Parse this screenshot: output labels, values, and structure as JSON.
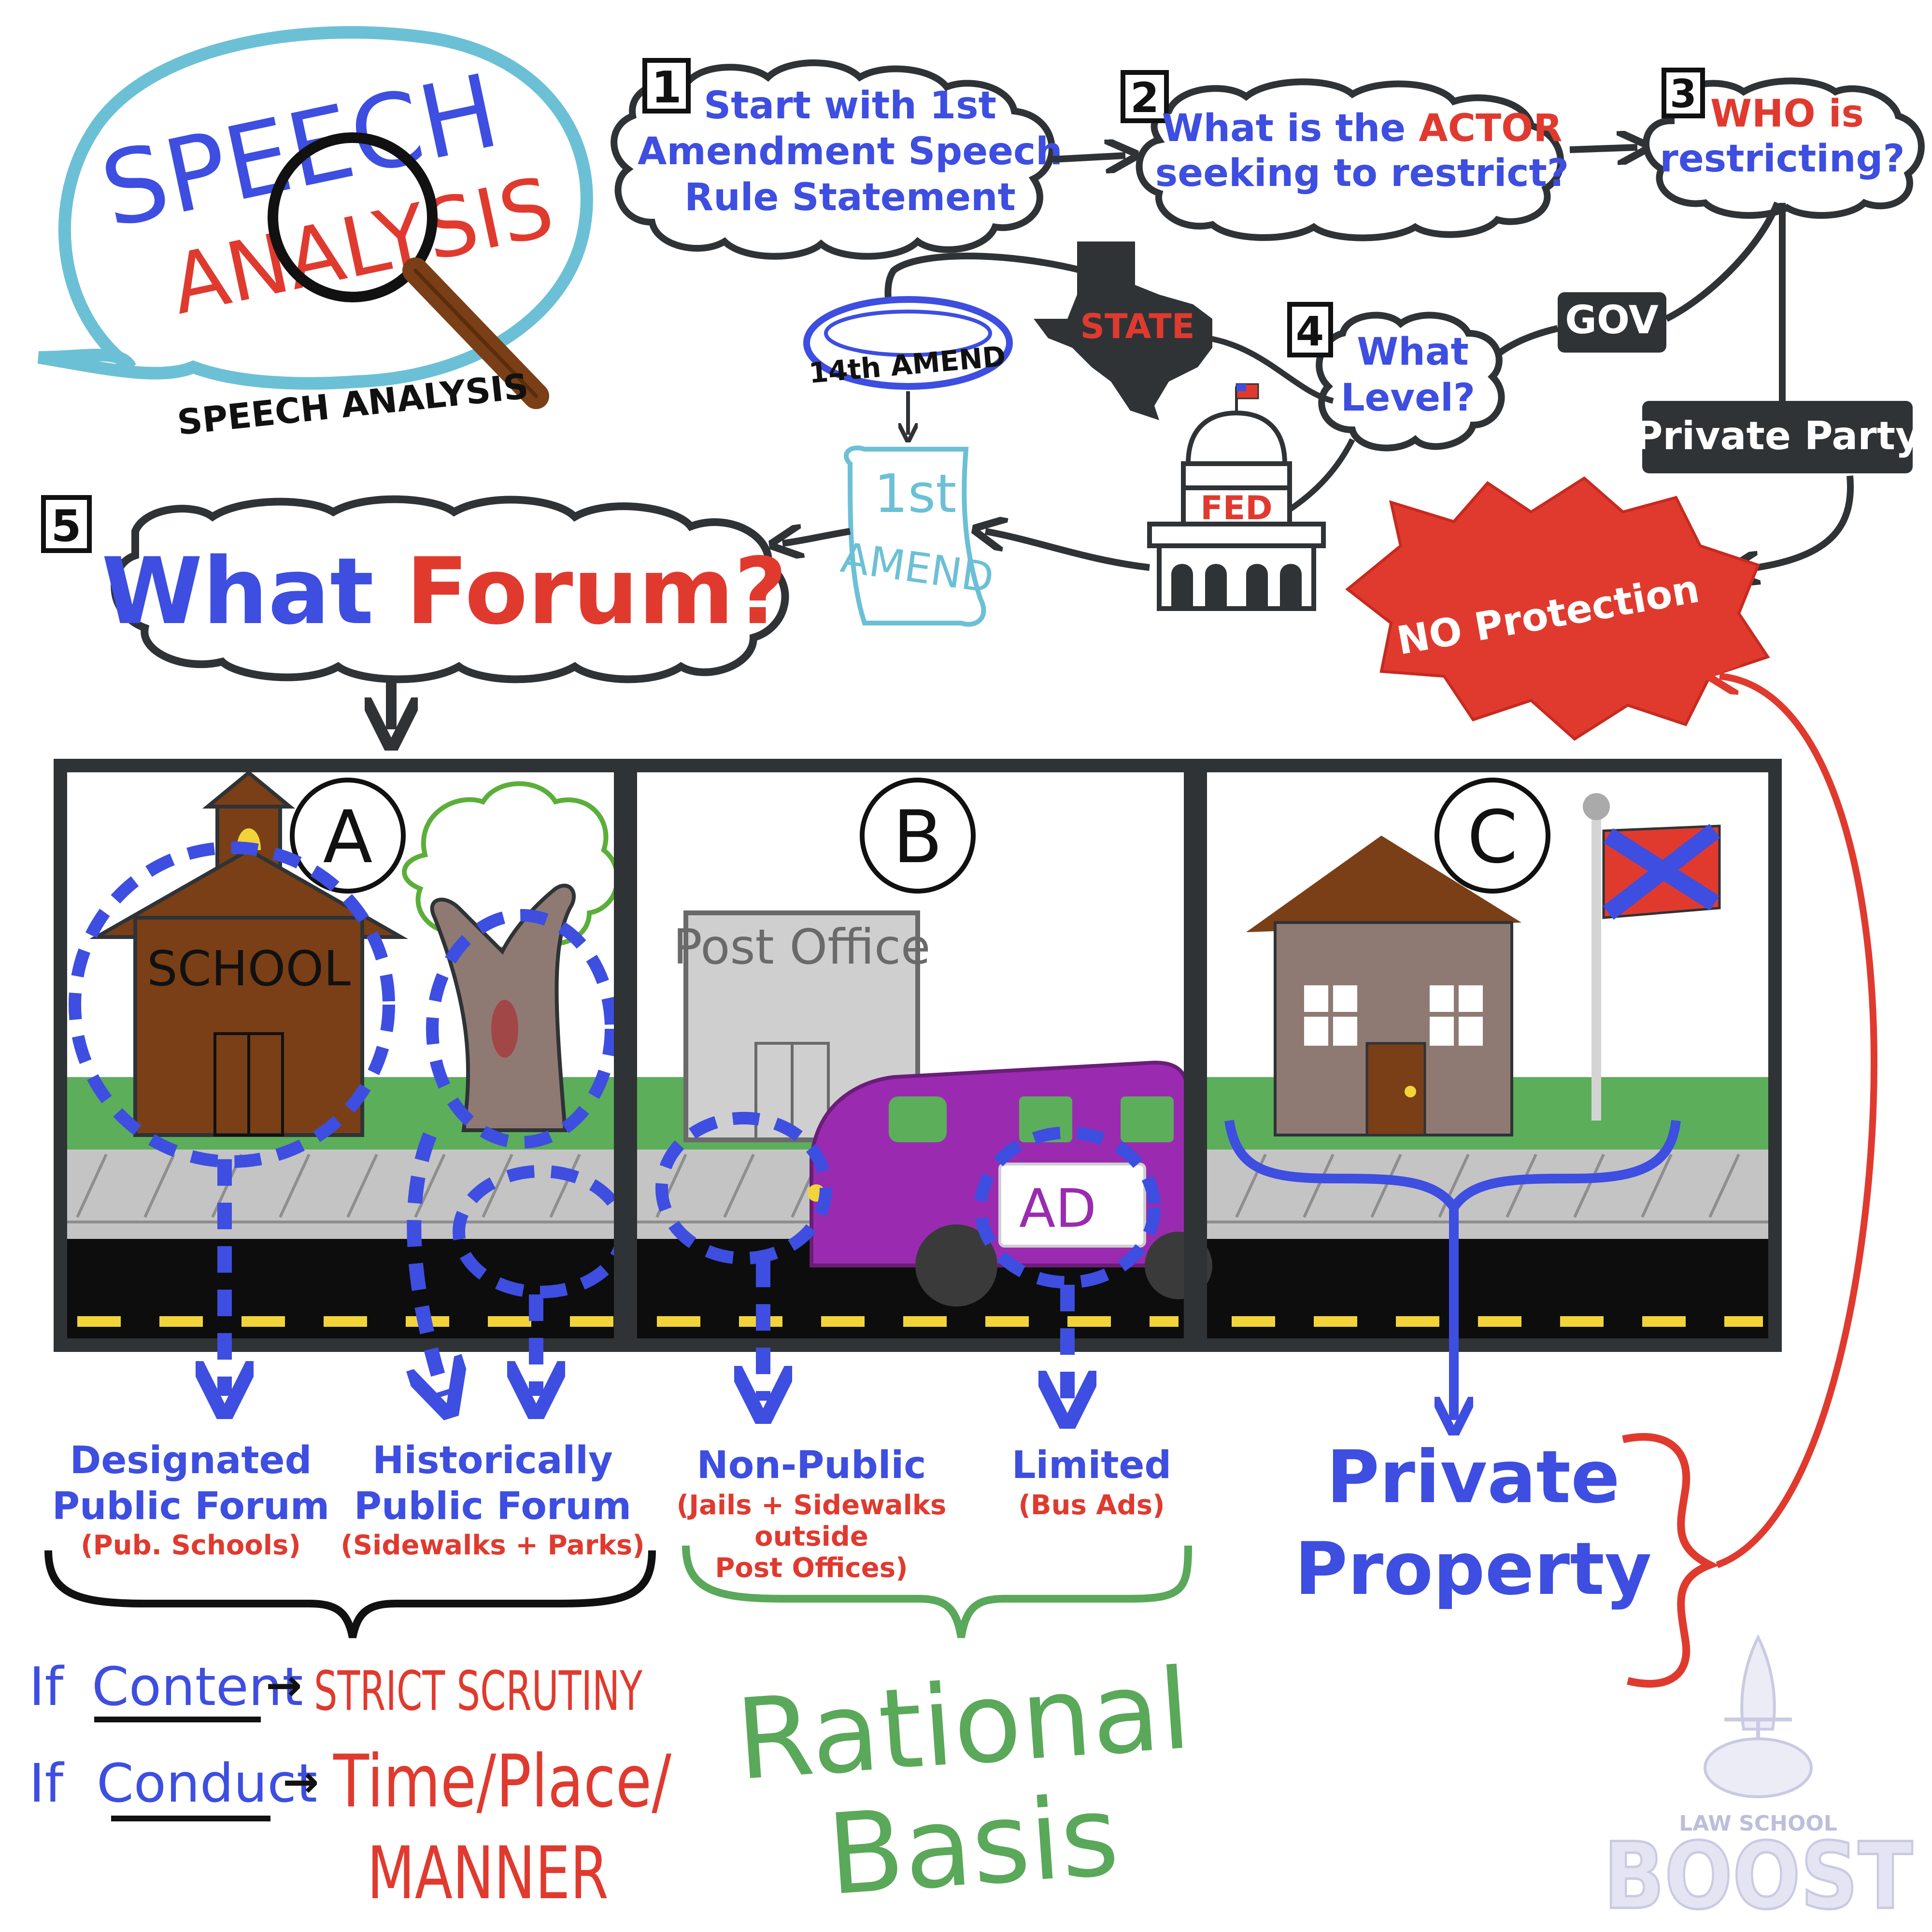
{
  "logo": {
    "word1": "SPEECH",
    "word2": "ANALYSIS",
    "caption": "SPEECH ANALYSIS"
  },
  "steps": [
    {
      "num": "1",
      "lines": [
        "Start with 1st",
        "Amendment Speech",
        "Rule Statement"
      ]
    },
    {
      "num": "2",
      "line1_pre": "What is the ",
      "line1_red": "ACTOR",
      "line2": "seeking to restrict?"
    },
    {
      "num": "3",
      "line1_red": "WHO is",
      "line2": "restricting?"
    },
    {
      "num": "4",
      "lines": [
        "What",
        "Level?"
      ]
    },
    {
      "num": "5",
      "word_blue": "What",
      "word_red": "Forum?"
    }
  ],
  "labels": {
    "gov": "GOV",
    "private_party": "Private Party",
    "no_protection": "NO Protection",
    "state": "STATE",
    "fed": "FED",
    "amend14": "14th AMEND",
    "amend1_top": "1st",
    "amend1_bottom": "AMEND"
  },
  "panels": [
    {
      "letter": "A",
      "building": "SCHOOL"
    },
    {
      "letter": "B",
      "building": "Post Office",
      "ad": "AD"
    },
    {
      "letter": "C"
    }
  ],
  "forums": [
    {
      "name": [
        "Designated",
        "Public Forum"
      ],
      "example": [
        "(Pub. Schools)"
      ]
    },
    {
      "name": [
        "Historically",
        "Public Forum"
      ],
      "example": [
        "(Sidewalks + Parks)"
      ]
    },
    {
      "name": [
        "Non-Public"
      ],
      "example": [
        "(Jails + Sidewalks",
        "outside",
        "Post Offices)"
      ]
    },
    {
      "name": [
        "Limited"
      ],
      "example": [
        "(Bus Ads)"
      ]
    },
    {
      "name": [
        "Private",
        "Property"
      ],
      "example": []
    }
  ],
  "rules": {
    "if_content_pre": "If",
    "if_content_word": "Content",
    "strict_scrutiny": "STRICT SCRUTINY",
    "if_conduct_pre": "If",
    "if_conduct_word": "Conduct",
    "tpm_line1": "Time/Place/",
    "tpm_line2": "MANNER",
    "rational_line1": "Rational",
    "rational_line2": "Basis"
  },
  "brand": {
    "small": "LAW SCHOOL",
    "big": "BOOST"
  },
  "colors": {
    "blue": "#3d4ee0",
    "red": "#e03a2f",
    "green": "#5aa85a",
    "dark": "#2f3336",
    "teal": "#6cc0d6",
    "brown": "#7a3f16"
  }
}
